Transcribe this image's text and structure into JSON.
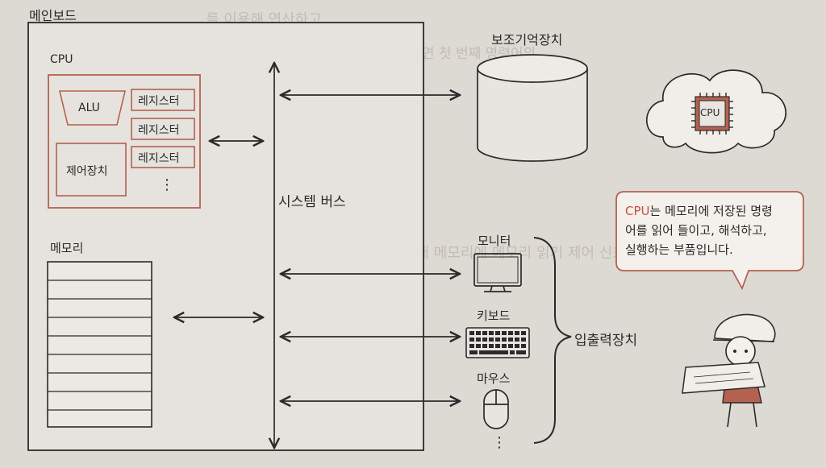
{
  "diagram": {
    "mainboard_label": "메인보드",
    "cpu_label": "CPU",
    "alu_label": "ALU",
    "registers": [
      "레지스터",
      "레지스터",
      "레지스터"
    ],
    "control_unit_label": "제어장치",
    "memory_label": "메모리",
    "system_bus_label": "시스템 버스",
    "storage_label": "보조기억장치",
    "monitor_label": "모니터",
    "keyboard_label": "키보드",
    "mouse_label": "마우스",
    "io_label": "입출력장치",
    "cloud_cpu_label": "CPU",
    "bubble": {
      "highlight": "CPU",
      "rest_line1": "는 메모리에 저장된 명령",
      "line2": "어를 읽어 들이고, 해석하고,",
      "line3": "실행하는 부품입니다."
    }
  },
  "colors": {
    "cpu_accent": "#b5614f",
    "highlight": "#c7503b",
    "ink": "#2a2a2a"
  }
}
